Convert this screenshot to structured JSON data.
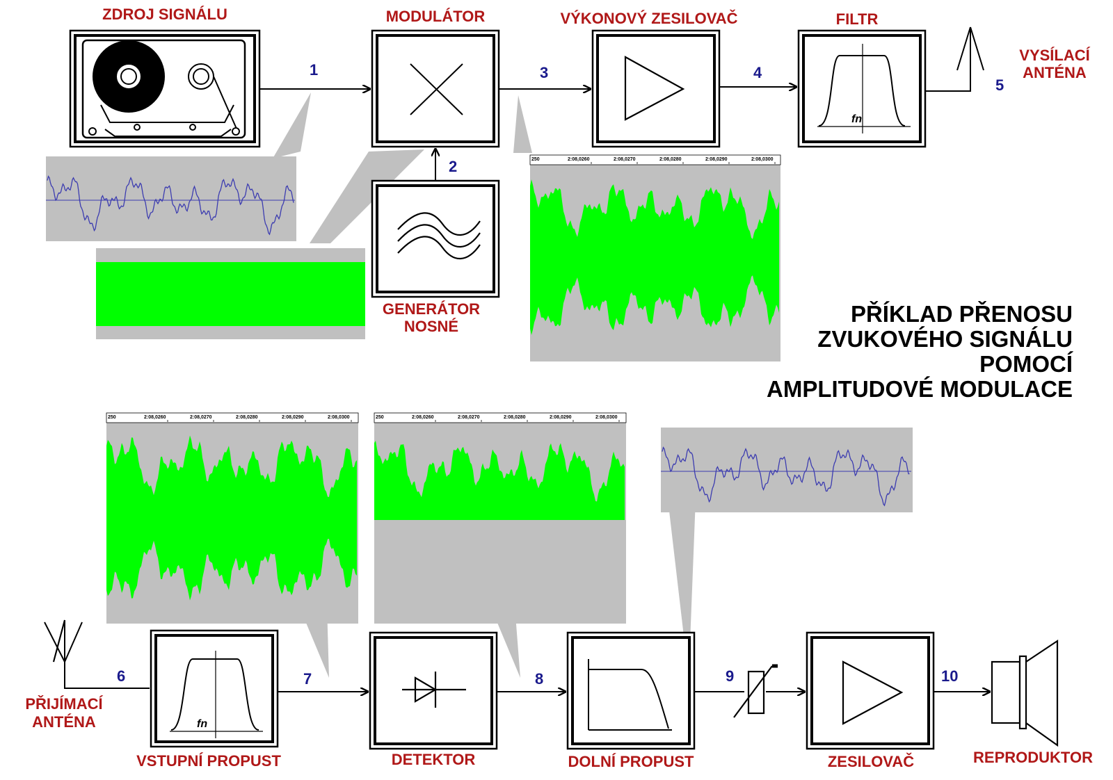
{
  "title_lines": [
    "PŘÍKLAD PŘENOSU",
    "ZVUKOVÉHO SIGNÁLU",
    "POMOCÍ",
    "AMPLITUDOVÉ MODULACE"
  ],
  "blocks": {
    "source": "ZDROJ SIGNÁLU",
    "modulator": "MODULÁTOR",
    "power_amp": "VÝKONOVÝ ZESILOVAČ",
    "filter": "FILTR",
    "tx_antenna": [
      "VYSÍLACÍ",
      "ANTÉNA"
    ],
    "carrier_gen": [
      "GENERÁTOR",
      "NOSNÉ"
    ],
    "rx_antenna": [
      "PŘIJÍMACÍ",
      "ANTÉNA"
    ],
    "input_bandpass": "VSTUPNÍ PROPUST",
    "detector": "DETEKTOR",
    "lowpass": "DOLNÍ PROPUST",
    "amplifier": "ZESILOVAČ",
    "speaker": "REPRODUKTOR"
  },
  "filter_center_label": "fn",
  "node_numbers": [
    "1",
    "2",
    "3",
    "4",
    "5",
    "6",
    "7",
    "8",
    "9",
    "10"
  ],
  "waveform_timeline_ticks": [
    "250",
    "2:08,0260",
    "2:08,0270",
    "2:08,0280",
    "2:08,0290",
    "2:08,0300"
  ],
  "colors": {
    "label_red": "#b01818",
    "number_blue": "#1a1a8c",
    "envelope_green": "#00ff00",
    "scope_gray": "#c0c0c0",
    "trace_blue": "#3c3cb0"
  }
}
